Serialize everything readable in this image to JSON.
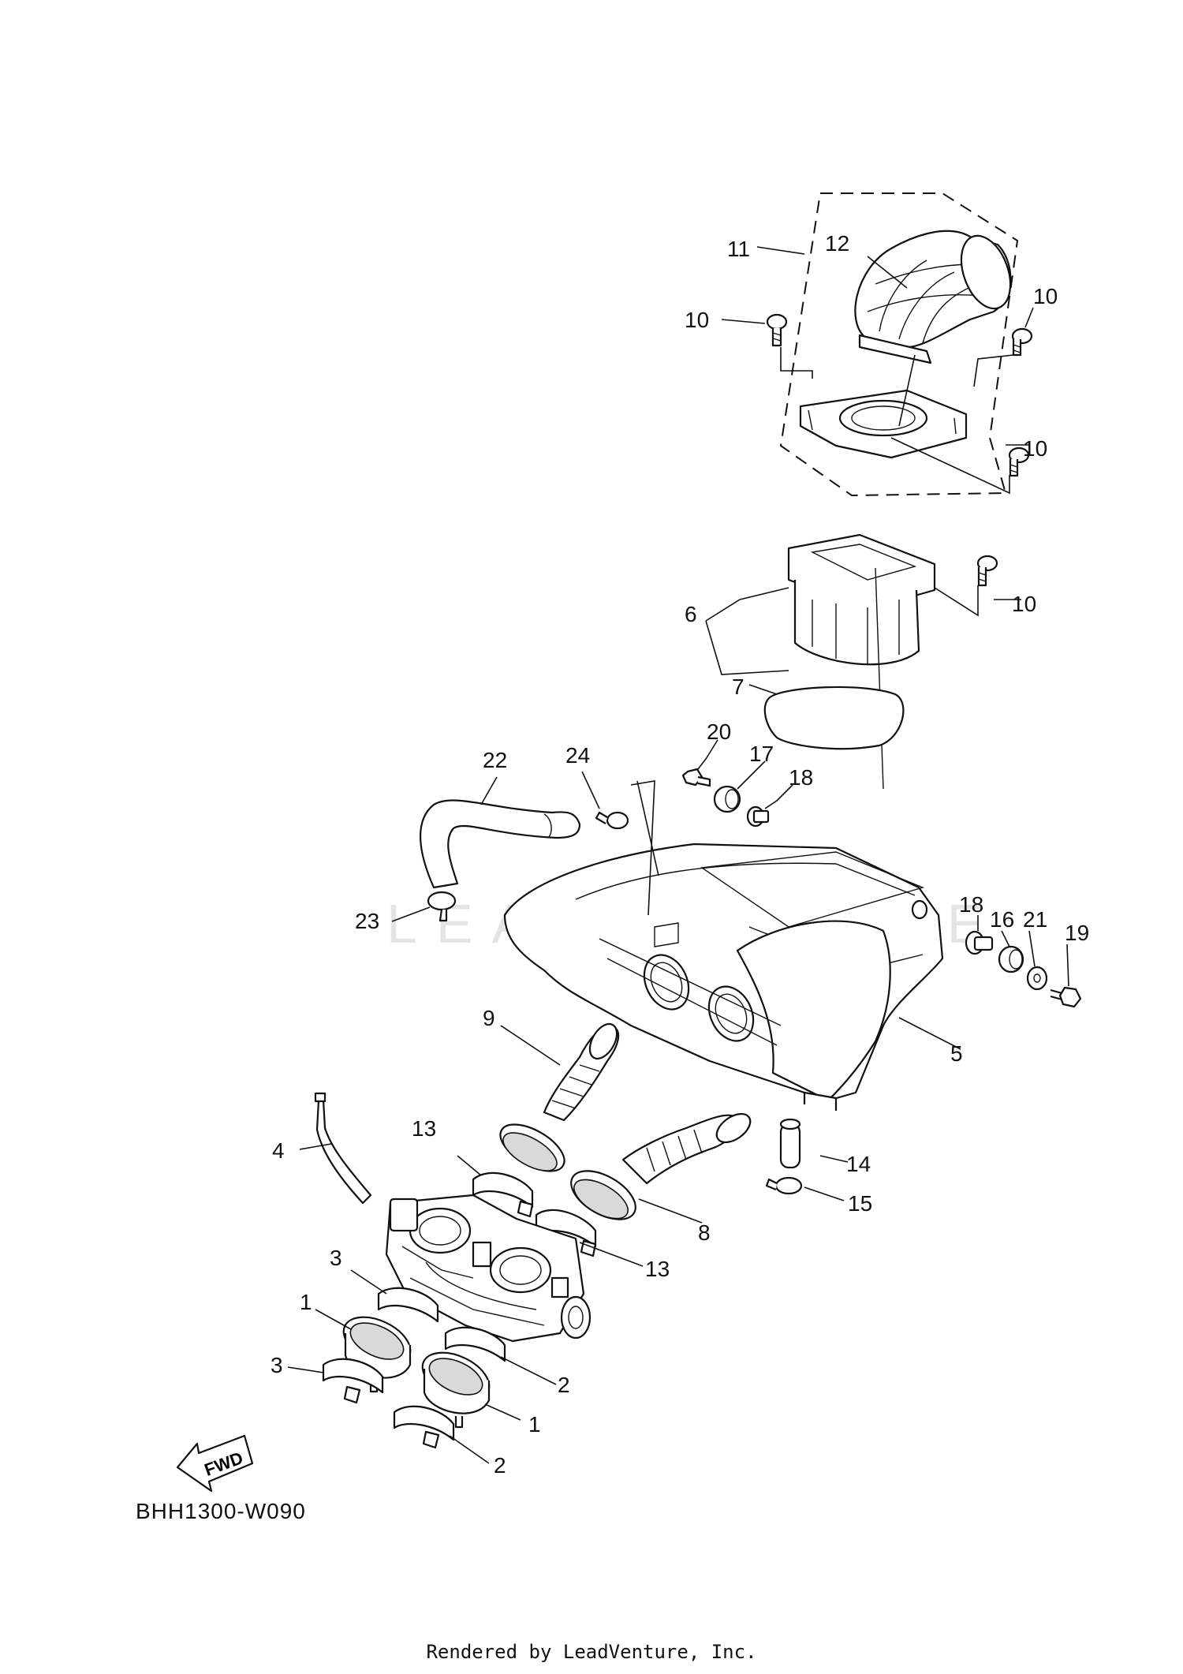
{
  "diagram": {
    "code": "BHH1300-W090",
    "credit": "Rendered by LeadVenture, Inc.",
    "fwd_label": "FWD",
    "watermark": "LEADVENTURE"
  },
  "callouts": {
    "c11": "11",
    "c12": "12",
    "c10a": "10",
    "c10b": "10",
    "c10c": "10",
    "c10d": "10",
    "c6": "6",
    "c7": "7",
    "c20": "20",
    "c17": "17",
    "c18a": "18",
    "c22": "22",
    "c24": "24",
    "c23": "23",
    "c18b": "18",
    "c16": "16",
    "c21": "21",
    "c19": "19",
    "c5": "5",
    "c9": "9",
    "c4": "4",
    "c13a": "13",
    "c14": "14",
    "c15": "15",
    "c8": "8",
    "c13b": "13",
    "c3a": "3",
    "c1a": "1",
    "c2a": "2",
    "c3b": "3",
    "c1b": "1",
    "c2b": "2"
  }
}
